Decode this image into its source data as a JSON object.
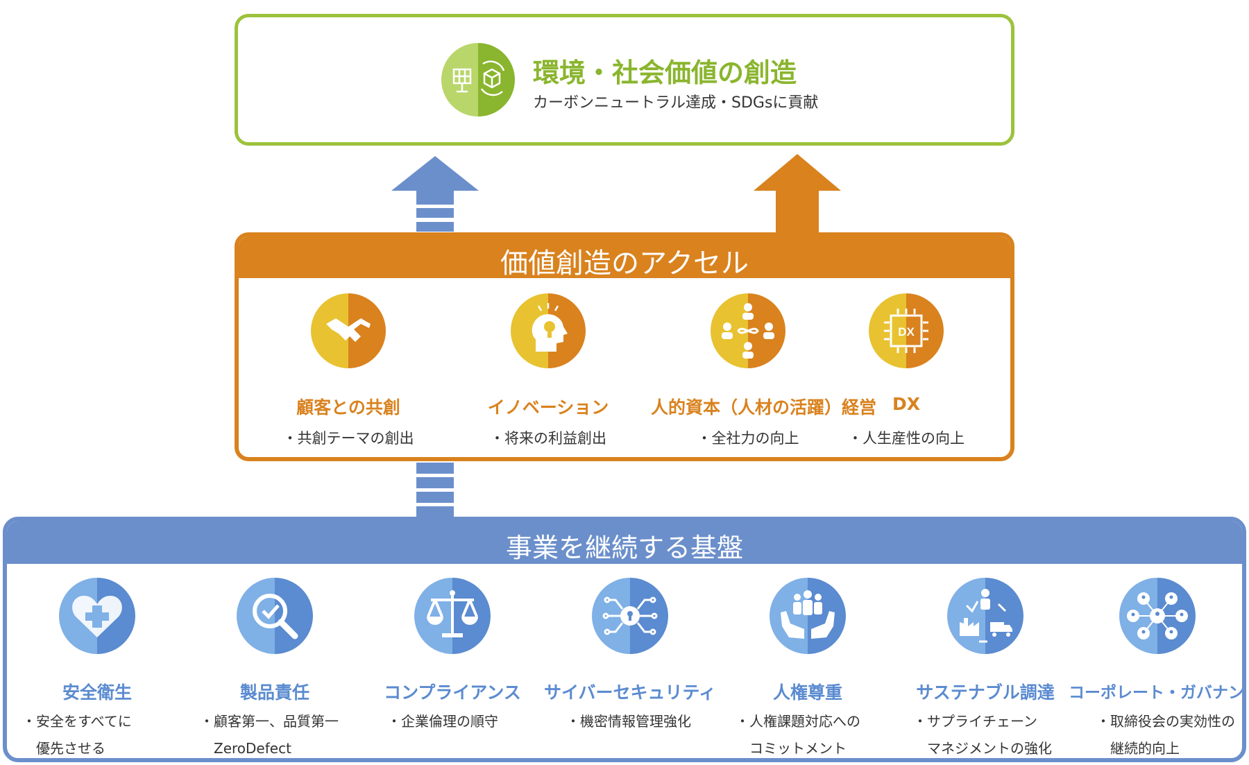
{
  "goal": {
    "title": "環境・社会価値の創造",
    "subtitle": "カーボンニュートラル達成・SDGsに貢献",
    "icon": "solar-panel-and-recycle-icon"
  },
  "accelerator": {
    "title": "価値創造のアクセル",
    "items": [
      {
        "title": "顧客との共創",
        "desc": "・共創テーマの創出",
        "icon": "handshake-icon"
      },
      {
        "title": "イノベーション",
        "desc": "・将来の利益創出",
        "icon": "lightbulb-head-icon"
      },
      {
        "title": "人的資本（人材の活躍）経営",
        "desc": "・全社力の向上",
        "icon": "people-network-icon"
      },
      {
        "title": "DX",
        "desc": "・人生産性の向上",
        "icon": "dx-chip-icon"
      }
    ]
  },
  "foundation": {
    "title": "事業を継続する基盤",
    "items": [
      {
        "title": "安全衛生",
        "line1": "・安全をすべてに",
        "line2": "　優先させる",
        "icon": "heart-cross-icon"
      },
      {
        "title": "製品責任",
        "line1": "・顧客第一、品質第一",
        "line2": "　ZeroDefect",
        "icon": "magnifier-check-icon"
      },
      {
        "title": "コンプライアンス",
        "line1": "・企業倫理の順守",
        "line2": "",
        "icon": "scales-icon"
      },
      {
        "title": "サイバーセキュリティ",
        "line1": "・機密情報管理強化",
        "line2": "",
        "icon": "circuit-lock-icon"
      },
      {
        "title": "人権尊重",
        "line1": "・人権課題対応への",
        "line2": "　コミットメント",
        "icon": "hands-people-icon"
      },
      {
        "title": "サステナブル調達",
        "line1": "・サプライチェーン",
        "line2": "　マネジメントの強化",
        "icon": "supply-chain-icon"
      },
      {
        "title": "コーポレート・ガバナンス",
        "line1": "・取締役会の実効性の",
        "line2": "　継続的向上",
        "icon": "governance-network-icon"
      }
    ]
  },
  "colors": {
    "green": "#9cc23c",
    "orange": "#d9821e",
    "blue": "#6b8fcb",
    "yellow": "#e8c230"
  }
}
